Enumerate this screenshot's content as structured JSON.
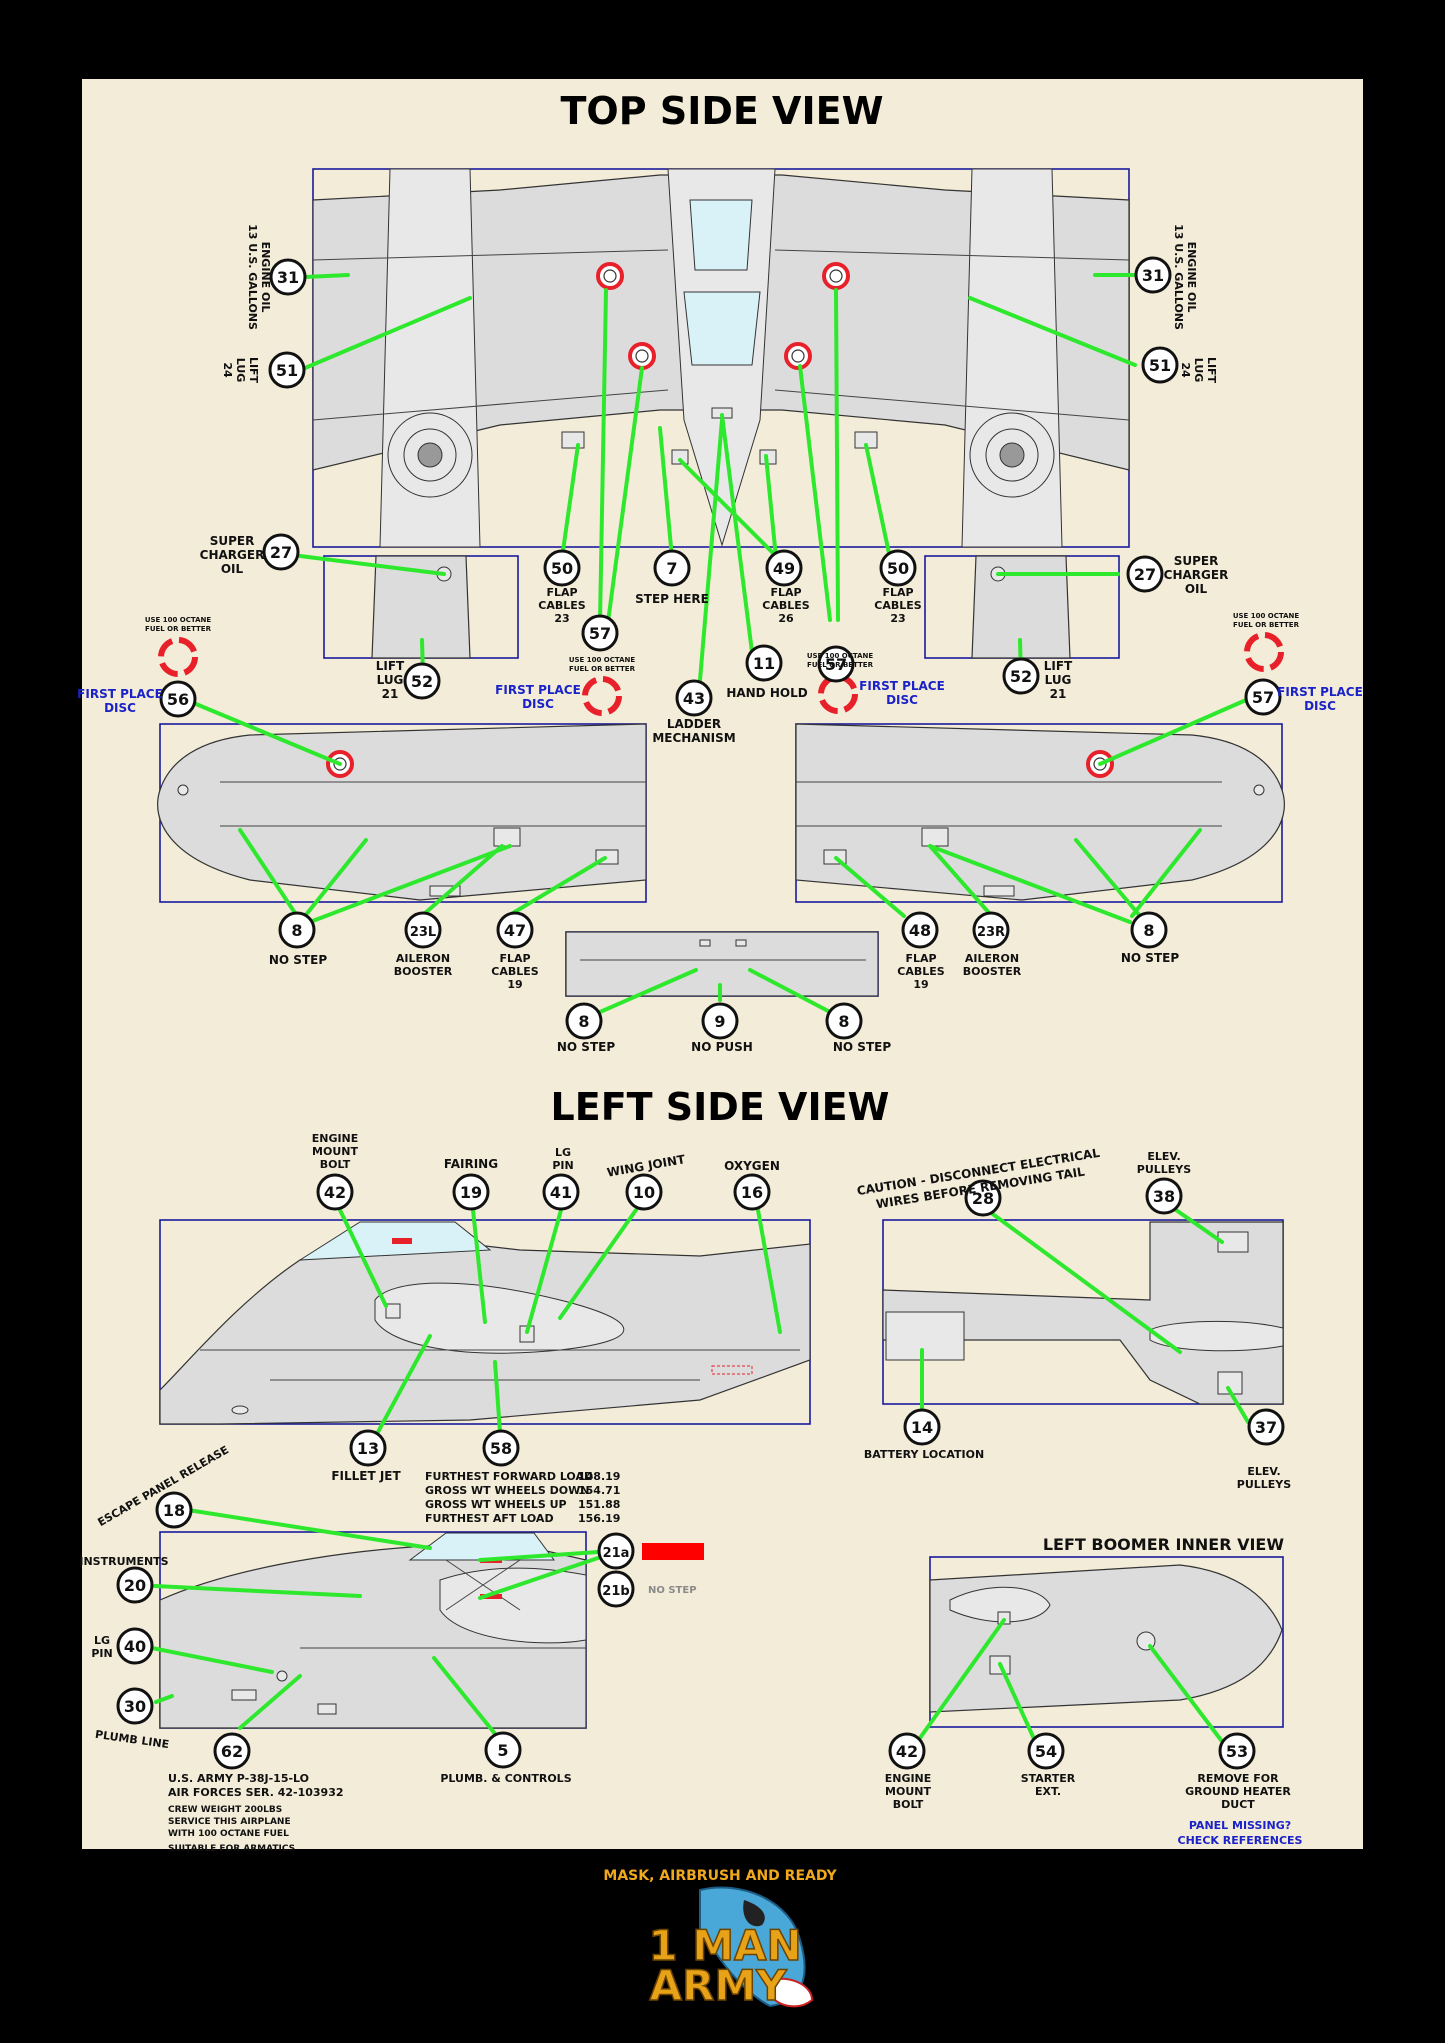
{
  "titles": {
    "top_view": "TOP SIDE VIEW",
    "left_view": "LEFT SIDE VIEW",
    "boomer_view": "LEFT BOOMER INNER VIEW"
  },
  "colors": {
    "background": "#f3ecd8",
    "leader": "#2ee82e",
    "disc": "#e8202a",
    "outline": "#1a1a9c",
    "blue_text": "#1a22c8"
  },
  "callouts": {
    "c31a": "31",
    "c31b": "31",
    "c51a": "51",
    "c51b": "51",
    "c27a": "27",
    "c27b": "27",
    "c50a": "50",
    "c50b": "50",
    "c57a": "57",
    "c57b": "57",
    "c57c": "57",
    "c7": "7",
    "c49": "49",
    "c11": "11",
    "c43": "43",
    "c52a": "52",
    "c52b": "52",
    "c56": "56",
    "c8a": "8",
    "c8b": "8",
    "c8c": "8",
    "c8d": "8",
    "c9": "9",
    "c23l": "23L",
    "c23r": "23R",
    "c47": "47",
    "c48": "48",
    "c42a": "42",
    "c19": "19",
    "c41": "41",
    "c10": "10",
    "c16": "16",
    "c28": "28",
    "c38": "38",
    "c13": "13",
    "c58": "58",
    "c14": "14",
    "c37": "37",
    "c18": "18",
    "c20": "20",
    "c40": "40",
    "c30": "30",
    "c62": "62",
    "c5": "5",
    "c21a": "21a",
    "c21b": "21b",
    "c42b": "42",
    "c54": "54",
    "c53": "53"
  },
  "labels": {
    "engine_oil_line1": "ENGINE OIL",
    "engine_oil_line2": "13 U.S. GALLONS",
    "lift_lug_24_line1": "LIFT",
    "lift_lug_24_line2": "LUG",
    "lift_lug_24_line3": "24",
    "super_charger_1": "SUPER",
    "super_charger_2": "CHARGER",
    "super_charger_3": "OIL",
    "flap_cables": "FLAP",
    "flap_cables_2": "CABLES",
    "n23": "23",
    "n26": "26",
    "n19": "19",
    "step_here": "STEP HERE",
    "hand_hold": "HAND HOLD",
    "ladder_1": "LADDER",
    "ladder_2": "MECHANISM",
    "lift_lug_21_1": "LIFT",
    "lift_lug_21_2": "LUG",
    "lift_lug_21_3": "21",
    "use_100_1": "USE 100 OCTANE",
    "use_100_2": "FUEL OR BETTER",
    "first_place_1": "FIRST PLACE",
    "first_place_2": "DISC",
    "no_step": "NO STEP",
    "no_push": "NO PUSH",
    "aileron_1": "AILERON",
    "aileron_2": "BOOSTER",
    "engine_mount_1": "ENGINE",
    "engine_mount_2": "MOUNT",
    "engine_mount_3": "BOLT",
    "fairing": "FAIRING",
    "lg_1": "LG",
    "lg_2": "PIN",
    "wing_joint": "WING JOINT",
    "oxygen": "OXYGEN",
    "caution_1": "CAUTION - DISCONNECT ELECTRICAL",
    "caution_2": "WIRES BEFORE REMOVING TAIL",
    "elev_1": "ELEV.",
    "elev_2": "PULLEYS",
    "fillet_jet": "FILLET JET",
    "battery": "BATTERY LOCATION",
    "load_1_label": "FURTHEST FORWARD LOAD",
    "load_1_value": "148.19",
    "load_2_label": "GROSS WT WHEELS DOWN",
    "load_2_value": "154.71",
    "load_3_label": "GROSS WT WHEELS UP",
    "load_3_value": "151.88",
    "load_4_label": "FURTHEST AFT LOAD",
    "load_4_value": "156.19",
    "escape_panel": "ESCAPE PANEL RELEASE",
    "instruments": "INSTRUMENTS",
    "plumb_line": "PLUMB LINE",
    "plumb_controls": "PLUMB. & CONTROLS",
    "no_step_small": "NO STEP",
    "usarmy_1": "U.S. ARMY P-38J-15-LO",
    "usarmy_2": "AIR FORCES SER. 42-103932",
    "crew_1": "CREW WEIGHT 200LBS",
    "crew_2": "SERVICE THIS AIRPLANE",
    "crew_3": "WITH 100 OCTANE FUEL",
    "crew_4": "SUITABLE FOR ARMATICS",
    "starter_1": "STARTER",
    "starter_2": "EXT.",
    "remove_1": "REMOVE FOR",
    "remove_2": "GROUND HEATER",
    "remove_3": "DUCT",
    "panel_missing_1": "PANEL MISSING?",
    "panel_missing_2": "CHECK REFERENCES"
  },
  "footer": {
    "tagline": "MASK, AIRBRUSH AND READY",
    "logo_line1": "1 MAN",
    "logo_line2": "ARMY"
  }
}
